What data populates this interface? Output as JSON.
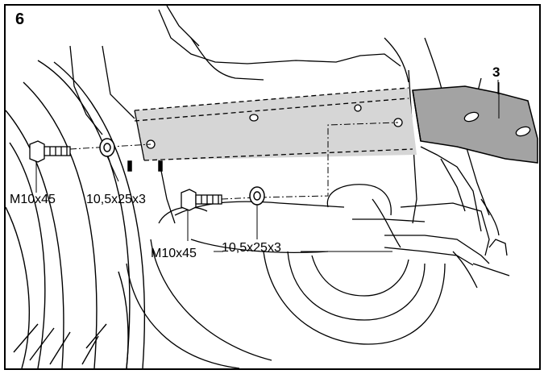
{
  "step": "6",
  "part_number": "3",
  "labels": {
    "bolt_upper": "M10x45",
    "washer_upper": "10,5x25x3",
    "bolt_lower": "M10x45",
    "washer_lower": "10,5x25x3"
  },
  "colors": {
    "bracket_fill": "#a3a3a3",
    "plate_fill": "#d6d6d6",
    "line": "#000000"
  }
}
